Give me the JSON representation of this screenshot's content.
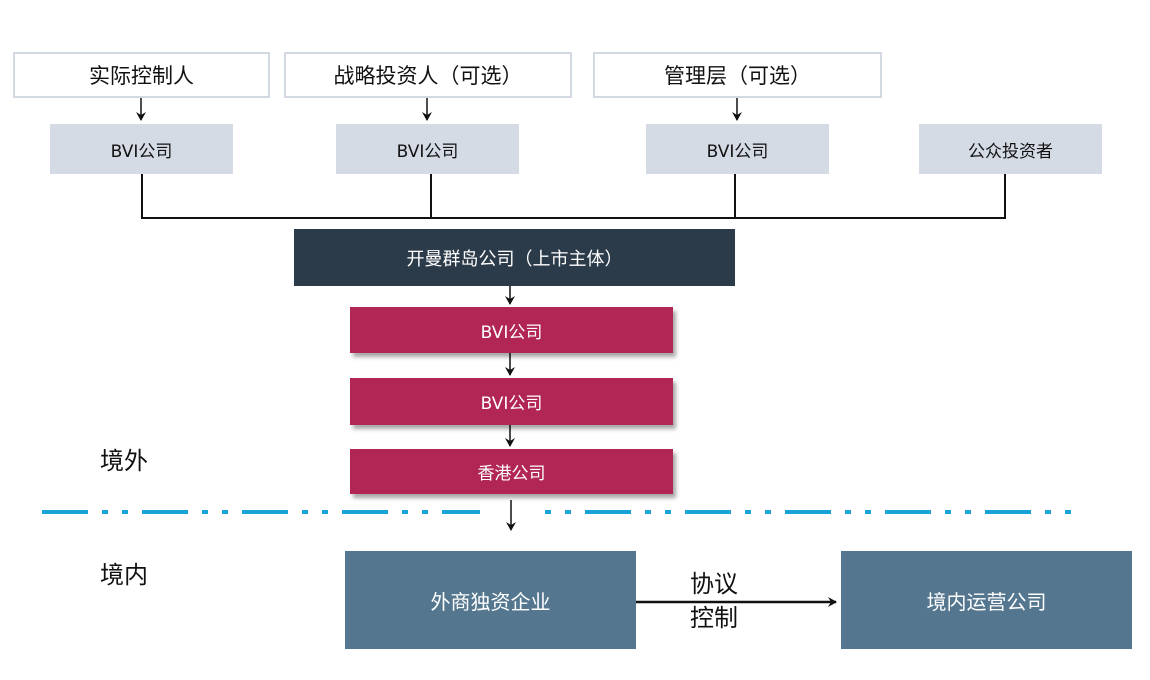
{
  "top_row": {
    "actual_controller": "实际控制人",
    "strategic_investor": "战略投资人（可选）",
    "management": "管理层（可选）"
  },
  "second_row": {
    "bvi_1": "BVI公司",
    "bvi_2": "BVI公司",
    "bvi_3": "BVI公司",
    "public_investors": "公众投资者"
  },
  "cayman": "开曼群岛公司（上市主体）",
  "chain": {
    "bvi_a": "BVI公司",
    "bvi_b": "BVI公司",
    "hk": "香港公司"
  },
  "regions": {
    "offshore": "境外",
    "onshore": "境内"
  },
  "bottom": {
    "wfoe": "外商独资企业",
    "control_line1": "协议",
    "control_line2": "控制",
    "domestic_company": "境内运营公司"
  },
  "colors": {
    "gray_box": "#d5dbe5",
    "dark_box": "#2c3b4a",
    "red_box": "#b12655",
    "blue_box": "#54778f",
    "divider": "#1aa3d6"
  }
}
